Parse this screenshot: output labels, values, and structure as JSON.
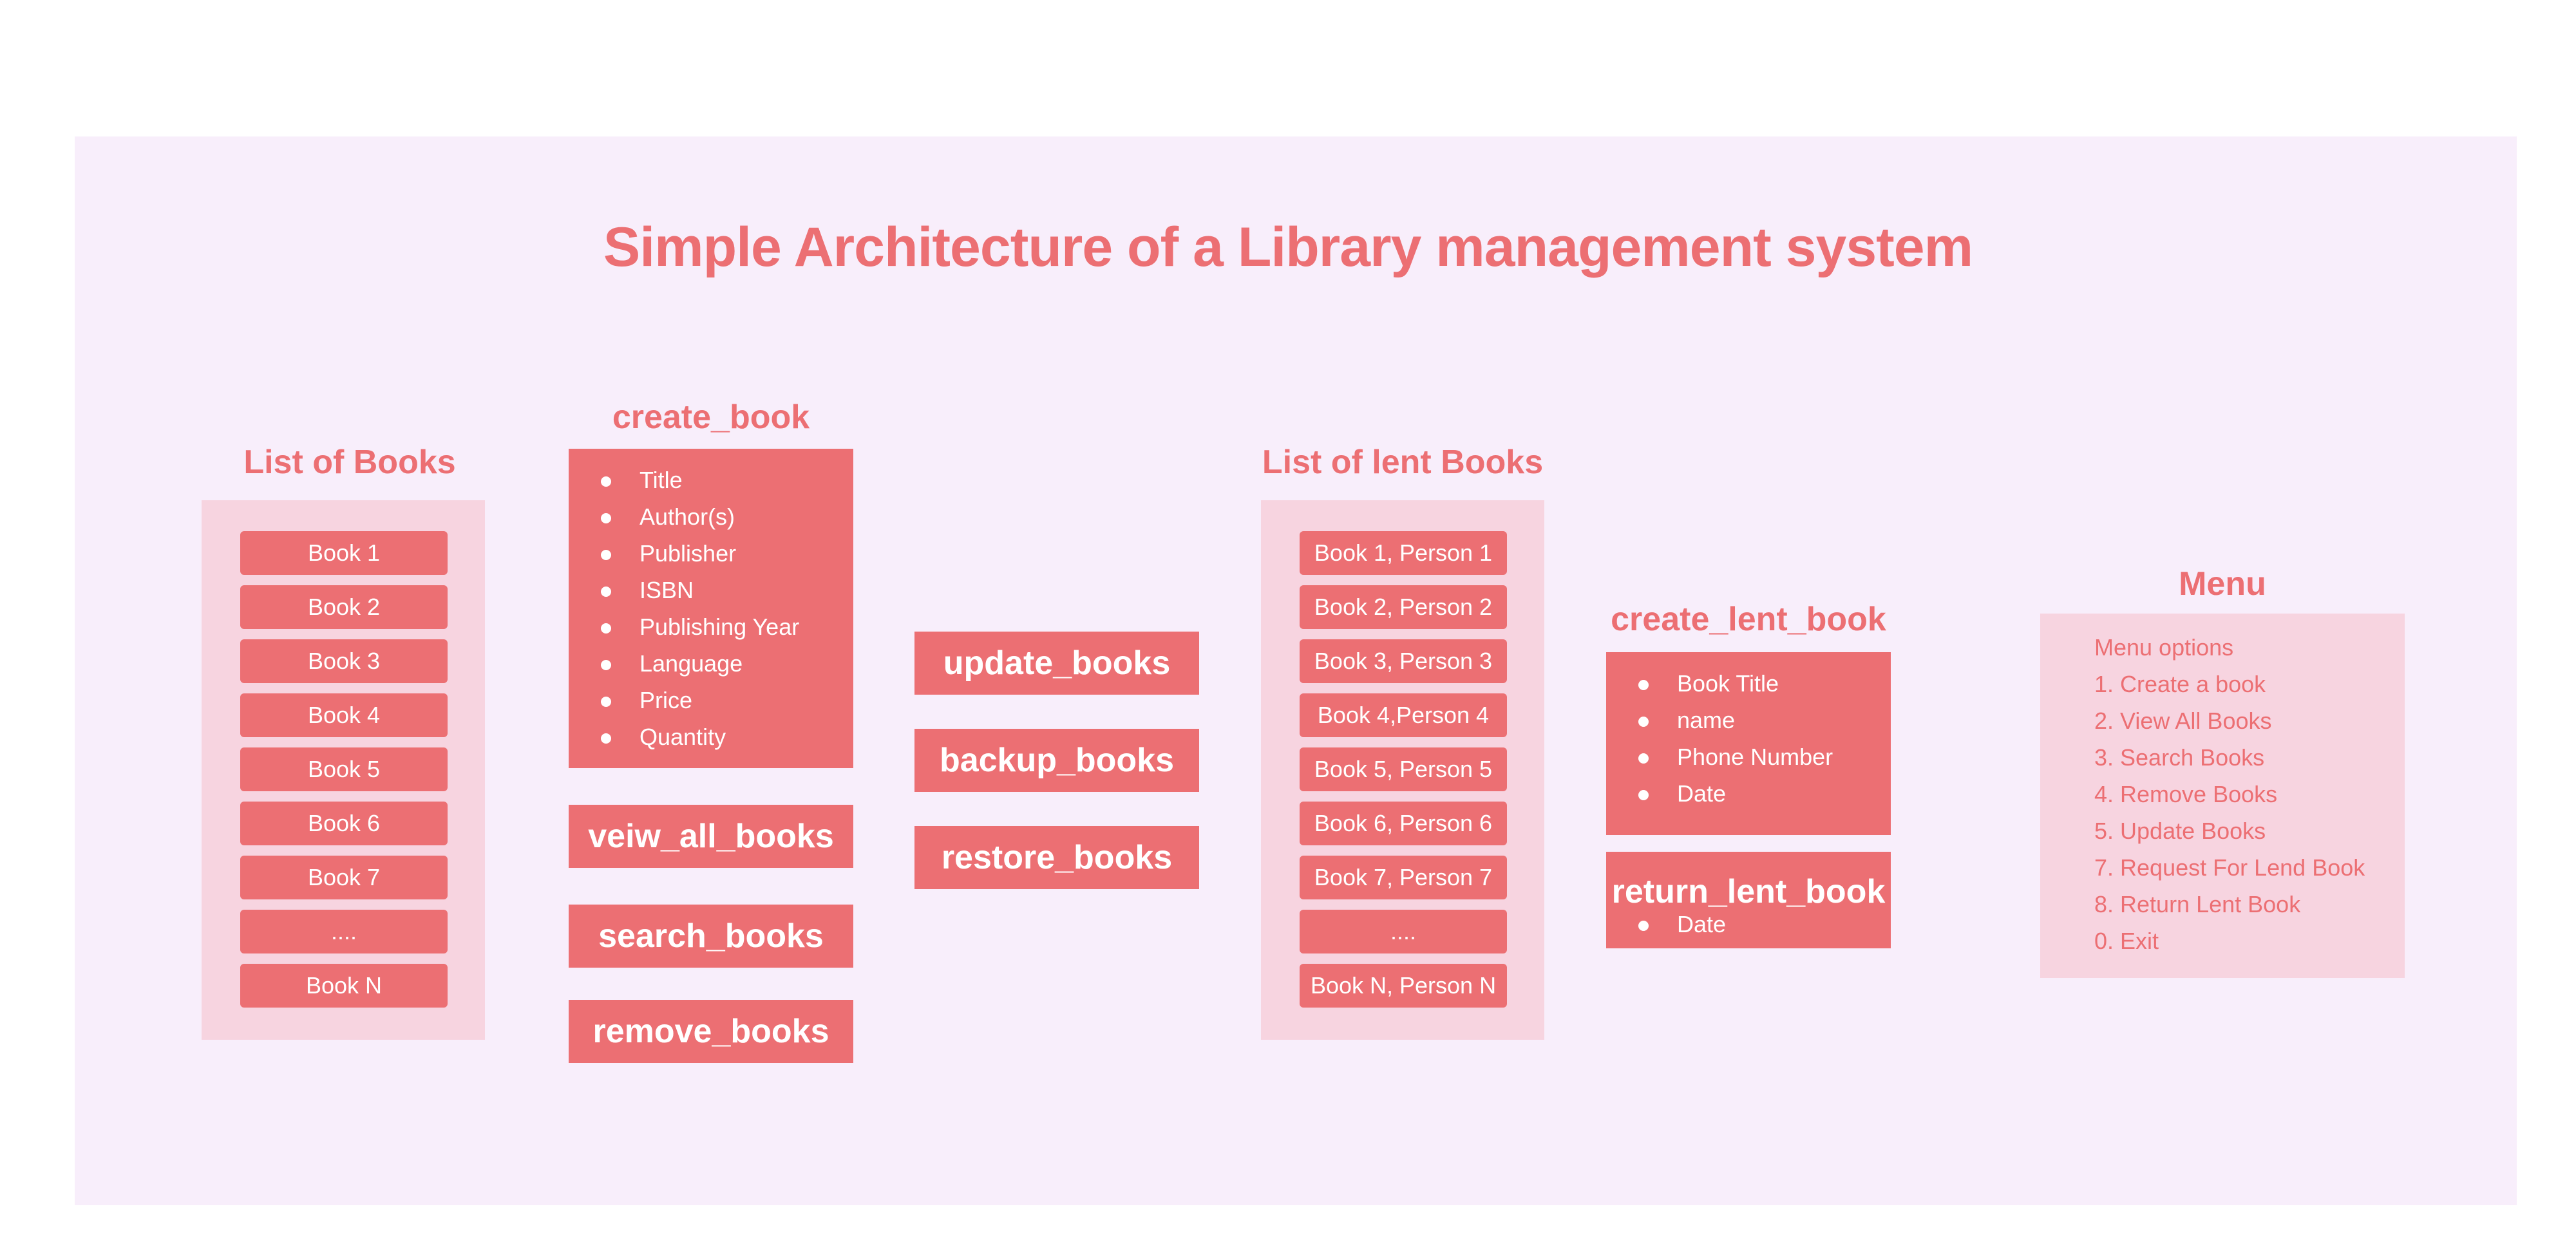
{
  "title": "Simple Architecture of a Library management system",
  "list_of_books": {
    "label": "List of Books",
    "items": [
      "Book 1",
      "Book 2",
      "Book 3",
      "Book 4",
      "Book 5",
      "Book 6",
      "Book 7",
      "....",
      "Book N"
    ]
  },
  "create_book": {
    "label": "create_book",
    "fields": [
      "Title",
      "Author(s)",
      "Publisher",
      "ISBN",
      "Publishing Year",
      "Language",
      "Price",
      "Quantity"
    ]
  },
  "functions_left": [
    "veiw_all_books",
    "search_books",
    "remove_books"
  ],
  "functions_mid": [
    "update_books",
    "backup_books",
    "restore_books"
  ],
  "list_of_lent_books": {
    "label": "List of lent Books",
    "items": [
      "Book 1, Person 1",
      "Book 2, Person 2",
      "Book 3, Person 3",
      "Book 4,Person 4",
      "Book 5, Person 5",
      "Book 6, Person 6",
      "Book 7, Person 7",
      "....",
      "Book N, Person N"
    ]
  },
  "create_lent_book": {
    "label": "create_lent_book",
    "fields": [
      "Book Title",
      "name",
      "Phone Number",
      "Date"
    ]
  },
  "return_lent_book": {
    "label": "return_lent_book",
    "fields": [
      "Date"
    ]
  },
  "menu": {
    "label": "Menu",
    "heading": "Menu options",
    "options": [
      "1. Create a book",
      "2. View All Books",
      "3. Search Books",
      "4. Remove Books",
      "5. Update Books",
      "7. Request For Lend Book",
      "8. Return Lent Book",
      "0. Exit"
    ]
  },
  "colors": {
    "accent": "#ec6f73",
    "background": "#f8eefb",
    "panel": "#f7d4e0"
  }
}
